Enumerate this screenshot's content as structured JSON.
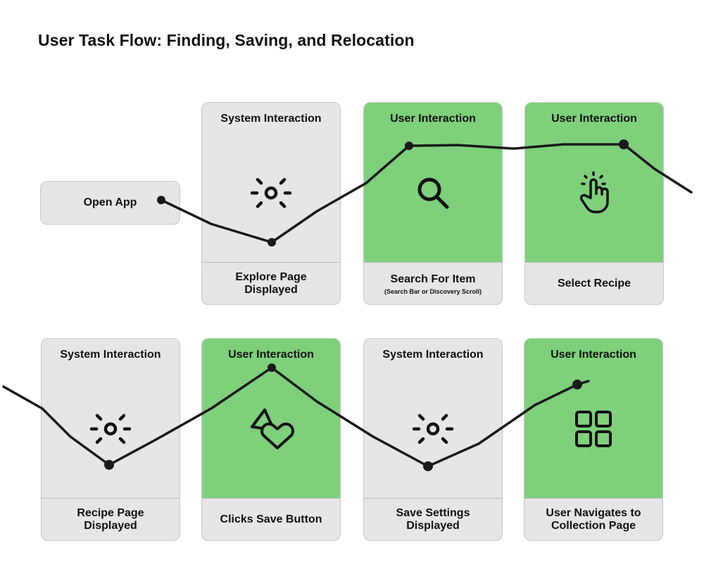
{
  "title": "User Task Flow: Finding, Saving, and Relocation",
  "start": {
    "label": "Open App"
  },
  "colors": {
    "user": "#7ed07b",
    "system": "#e6e6e6",
    "line": "#1a1a1a"
  },
  "rows": [
    {
      "cards": [
        {
          "type": "System Interaction",
          "kind": "system",
          "icon": "sun-icon",
          "label": "Explore Page\nDisplayed",
          "sub": ""
        },
        {
          "type": "User Interaction",
          "kind": "user",
          "icon": "search-icon",
          "label": "Search For Item",
          "sub": "(Search Bar or Discovery Scroll)"
        },
        {
          "type": "User Interaction",
          "kind": "user",
          "icon": "tap-hand-icon",
          "label": "Select Recipe",
          "sub": ""
        }
      ]
    },
    {
      "cards": [
        {
          "type": "System Interaction",
          "kind": "system",
          "icon": "sun-icon",
          "label": "Recipe Page\nDisplayed",
          "sub": ""
        },
        {
          "type": "User Interaction",
          "kind": "user",
          "icon": "save-heart-icon",
          "label": "Clicks Save Button",
          "sub": ""
        },
        {
          "type": "System Interaction",
          "kind": "system",
          "icon": "sun-icon",
          "label": "Save Settings\nDisplayed",
          "sub": ""
        },
        {
          "type": "User Interaction",
          "kind": "user",
          "icon": "grid-icon",
          "label": "User Navigates to\nCollection Page",
          "sub": ""
        }
      ]
    }
  ]
}
